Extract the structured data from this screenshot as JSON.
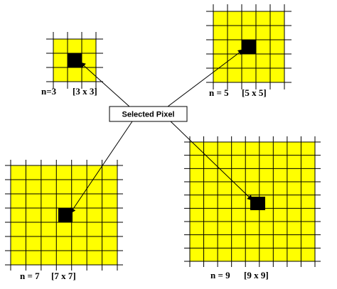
{
  "center_label": "Selected Pixel",
  "grids": [
    {
      "n": 3,
      "label_n": "n=3",
      "label_size": "[3 x 3]"
    },
    {
      "n": 5,
      "label_n": "n = 5",
      "label_size": "[5 x 5]"
    },
    {
      "n": 7,
      "label_n": "n = 7",
      "label_size": "[7 x 7]"
    },
    {
      "n": 9,
      "label_n": "n = 9",
      "label_size": "[9 x 9]"
    }
  ],
  "colors": {
    "fill": "#ffff00",
    "grid_line": "#000000",
    "selected_pixel": "#000000",
    "background": "#ffffff"
  }
}
